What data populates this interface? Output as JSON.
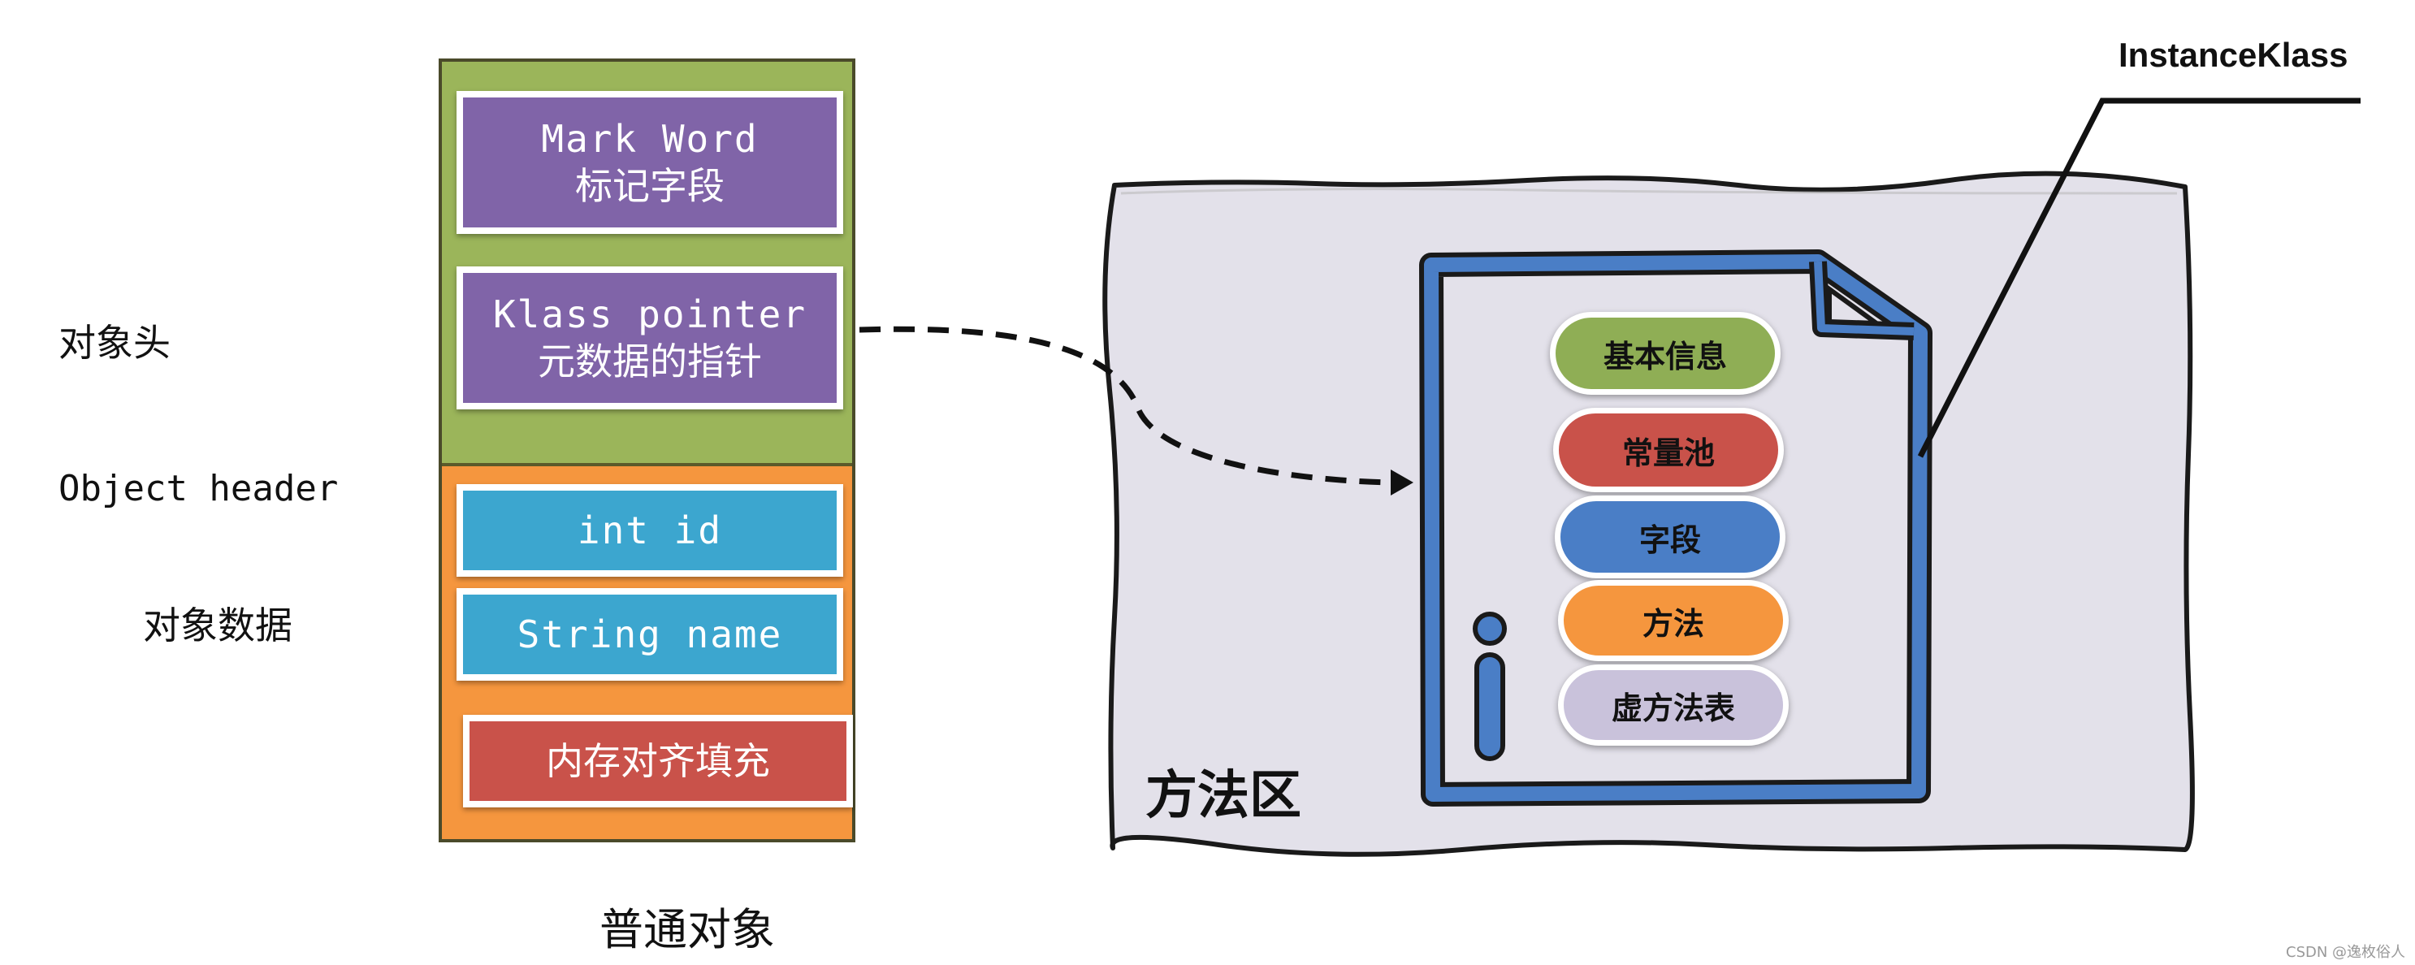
{
  "object_header_label": {
    "line1": "对象头",
    "line2": "Object header"
  },
  "object_data_label": "对象数据",
  "object_fields": {
    "mark_word": {
      "line1": "Mark Word",
      "line2": "标记字段"
    },
    "klass_pointer": {
      "line1": "Klass pointer",
      "line2": "元数据的指针"
    },
    "int_id": "int id",
    "string_name": "String name",
    "padding": "内存对齐填充"
  },
  "object_caption": "普通对象",
  "method_area": {
    "label": "方法区",
    "instance_klass_label": "InstanceKlass",
    "items": [
      {
        "label": "基本信息",
        "color": "#8fae55"
      },
      {
        "label": "常量池",
        "color": "#c9524a"
      },
      {
        "label": "字段",
        "color": "#4a7ec6"
      },
      {
        "label": "方法",
        "color": "#f5963e"
      },
      {
        "label": "虚方法表",
        "color": "#c9c2db"
      }
    ]
  },
  "colors": {
    "header_bg": "#9bb55a",
    "data_bg": "#f5963e",
    "field_purple": "#8064a8",
    "field_cyan": "#3ca6cf",
    "field_red": "#c9524a",
    "method_area_bg": "#e3e1ea",
    "document_blue": "#4a7ec6"
  },
  "watermark": "CSDN @逸枚俗人"
}
